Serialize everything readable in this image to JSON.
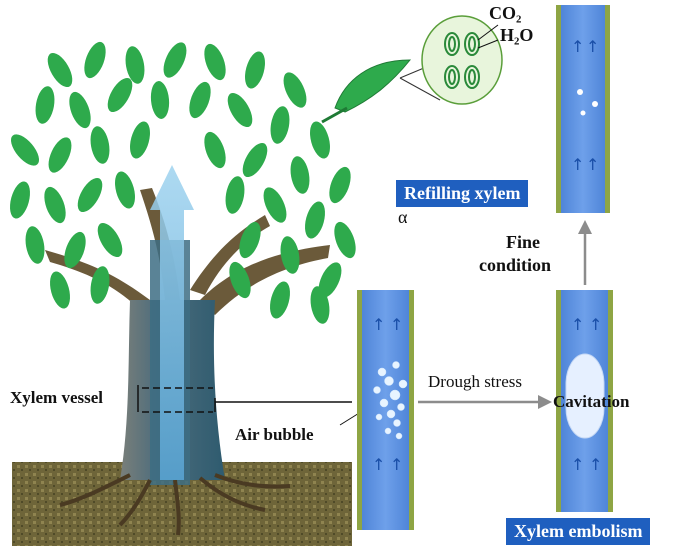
{
  "labels": {
    "co2": "CO₂",
    "h2o": "H₂O",
    "refilling": "Refilling xylem",
    "alpha": "α",
    "fine": "Fine",
    "condition": "condition",
    "xylem_vessel": "Xylem vessel",
    "air_bubble": "Air bubble",
    "drought": "Drough stress",
    "cavitation": "Cavitation",
    "embolism": "Xylem embolism"
  },
  "colors": {
    "leaf": "#2eaa4c",
    "trunk_light": "#8a8a82",
    "trunk_blue": "#3d6d84",
    "branch": "#6b5a3a",
    "soil": "#6e6539",
    "vessel_blue": "#5b8fe0",
    "vessel_wall": "#8ea544",
    "badge": "#1f5fbf"
  }
}
